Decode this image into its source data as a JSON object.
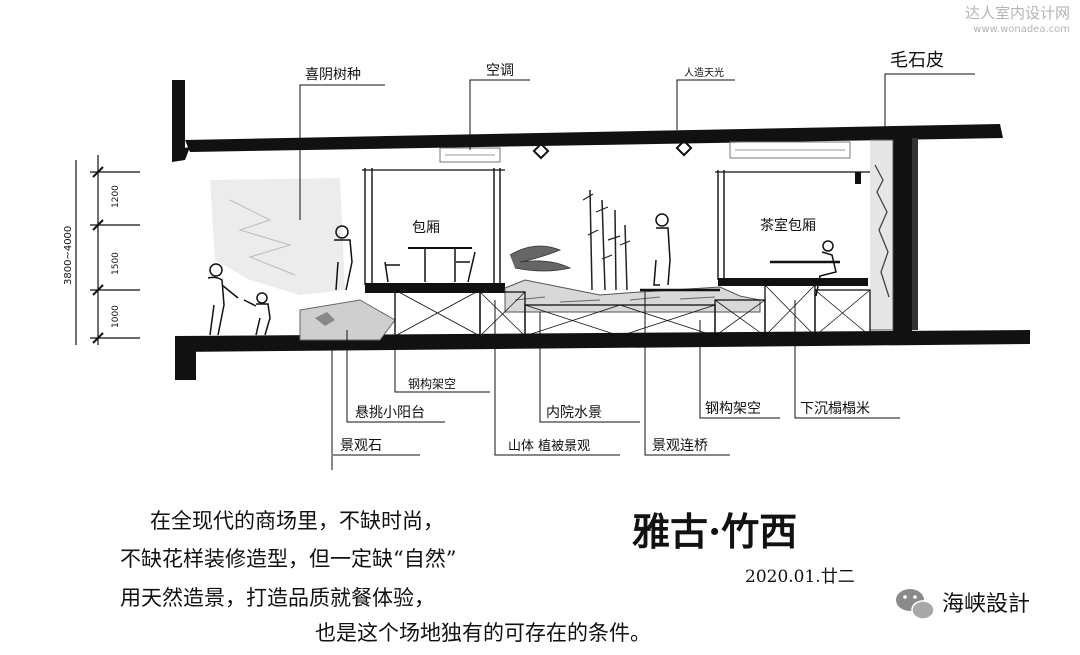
{
  "watermark": {
    "title": "达人室内设计网",
    "url": "www.wonadea.com"
  },
  "drawing": {
    "room_labels": {
      "private_room": "包厢",
      "tea_room": "茶室包厢"
    },
    "top_callouts": {
      "shade_tree": "喜阴树种",
      "ac": "空调",
      "skylight": "人造天光",
      "stone_wall": "毛石皮"
    },
    "bottom_callouts": {
      "steel_frame_left": "钢构架空",
      "balcony": "悬挑小阳台",
      "rock": "景观石",
      "water": "内院水景",
      "planting": "山体 植被景观",
      "bridge": "景观连桥",
      "steel_frame_right": "钢构架空",
      "tatami": "下沉榻榻米"
    },
    "dimensions": {
      "total": "3800~4000",
      "upper": "1200",
      "middle": "1500",
      "lower": "1000"
    }
  },
  "note": {
    "lines": [
      "在全现代的商场里，不缺时尚，",
      "不缺花样装修造型，但一定缺“自然”",
      "用天然造景，打造品质就餐体验，",
      "也是这个场地独有的可存在的条件。"
    ]
  },
  "signature": {
    "name": "雅古·竹西",
    "date": "2020.01.廿二"
  },
  "brand": {
    "name": "海峡設計",
    "logo_icon": "wechat-logo-icon"
  }
}
